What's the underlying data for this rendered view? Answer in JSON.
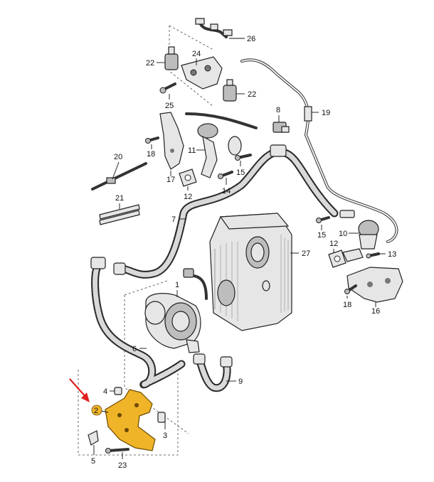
{
  "callouts": [
    {
      "key": "p26",
      "text": "26"
    },
    {
      "key": "p22a",
      "text": "22"
    },
    {
      "key": "p24",
      "text": "24"
    },
    {
      "key": "p25",
      "text": "25"
    },
    {
      "key": "p22b",
      "text": "22"
    },
    {
      "key": "p19",
      "text": "19"
    },
    {
      "key": "p8",
      "text": "8"
    },
    {
      "key": "p18a",
      "text": "18"
    },
    {
      "key": "p11",
      "text": "11"
    },
    {
      "key": "p15a",
      "text": "15"
    },
    {
      "key": "p20",
      "text": "20"
    },
    {
      "key": "p17",
      "text": "17"
    },
    {
      "key": "p12a",
      "text": "12"
    },
    {
      "key": "p14",
      "text": "14"
    },
    {
      "key": "p21",
      "text": "21"
    },
    {
      "key": "p7",
      "text": "7"
    },
    {
      "key": "p15b",
      "text": "15"
    },
    {
      "key": "p10",
      "text": "10"
    },
    {
      "key": "p12b",
      "text": "12"
    },
    {
      "key": "p13",
      "text": "13"
    },
    {
      "key": "p27",
      "text": "27"
    },
    {
      "key": "p1",
      "text": "1"
    },
    {
      "key": "p18b",
      "text": "18"
    },
    {
      "key": "p16",
      "text": "16"
    },
    {
      "key": "p6",
      "text": "6"
    },
    {
      "key": "p9",
      "text": "9"
    },
    {
      "key": "p4",
      "text": "4"
    },
    {
      "key": "p2",
      "text": "2"
    },
    {
      "key": "p3",
      "text": "3"
    },
    {
      "key": "p5",
      "text": "5"
    },
    {
      "key": "p23",
      "text": "23"
    }
  ],
  "highlight": {
    "part_number": "2",
    "color": "#f0b429",
    "arrow_color": "#e02020"
  },
  "colors": {
    "hose": "#2a2a2a",
    "background": "#ffffff"
  }
}
